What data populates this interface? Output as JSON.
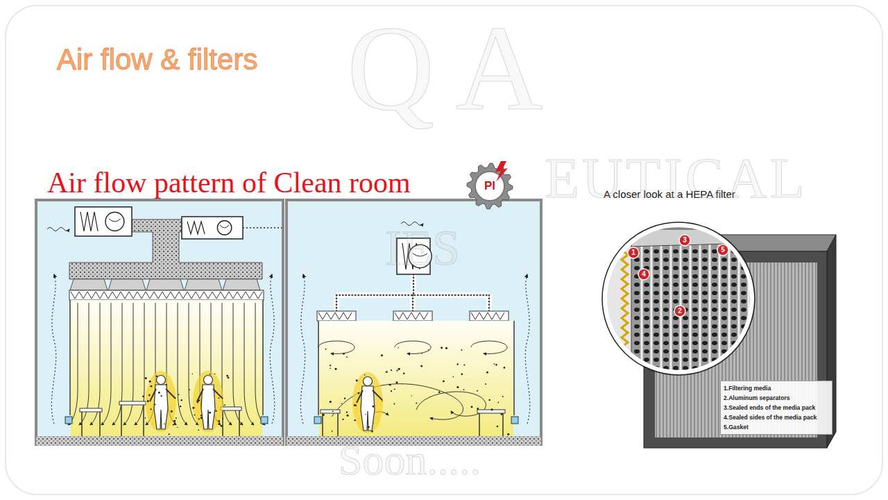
{
  "diagram": {
    "title": "Air flow & filters",
    "nodes": [
      {
        "text": [
          "PI"
        ]
      },
      {
        "text": [
          "1.Filtering media",
          "2.Aluminum separators",
          "3.Sealed ends of the media pack",
          "4.Sealed sides of the media pack",
          "5.Gasket"
        ]
      }
    ],
    "labels": [
      "Air flow pattern of Clean room",
      "A closer look at a HEPA filter",
      "1",
      "2",
      "3",
      "4",
      "5",
      "QA",
      "EUTICAL",
      "IES",
      "Soon....."
    ]
  }
}
